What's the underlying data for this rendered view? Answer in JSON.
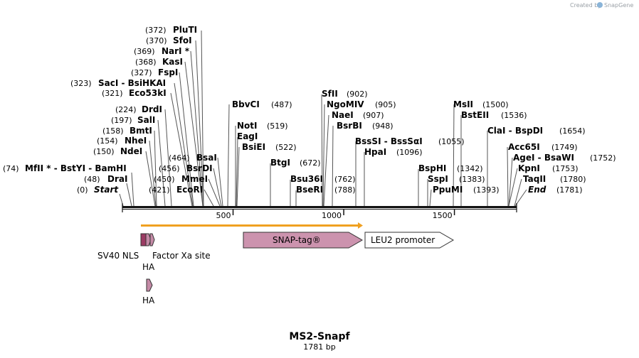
{
  "credit": {
    "prefix": "Created by",
    "brand": "SnapGene"
  },
  "title": "MS2-Snapf",
  "length_label": "1781 bp",
  "ticks": [
    {
      "label": "500",
      "value": 500
    },
    {
      "label": "1000",
      "value": 1000
    },
    {
      "label": "1500",
      "value": 1500
    }
  ],
  "sites": [
    {
      "pos": "(74)",
      "name": "MfII * - BstYI - BamHI"
    },
    {
      "pos": "(48)",
      "name": "DraI"
    },
    {
      "pos": "(0)",
      "name": "Start"
    },
    {
      "pos": "(150)",
      "name": "NdeI"
    },
    {
      "pos": "(154)",
      "name": "NheI"
    },
    {
      "pos": "(158)",
      "name": "BmtI"
    },
    {
      "pos": "(197)",
      "name": "SalI"
    },
    {
      "pos": "(224)",
      "name": "DrdI"
    },
    {
      "pos": "(321)",
      "name": "Eco53kI"
    },
    {
      "pos": "(323)",
      "name": "SacI - BsiHKAI"
    },
    {
      "pos": "(327)",
      "name": "FspI"
    },
    {
      "pos": "(368)",
      "name": "KasI"
    },
    {
      "pos": "(369)",
      "name": "NarI *"
    },
    {
      "pos": "(370)",
      "name": "SfoI"
    },
    {
      "pos": "(372)",
      "name": "PluTI"
    },
    {
      "pos": "(464)",
      "name": "BsaI"
    },
    {
      "pos": "(456)",
      "name": "BsrDI"
    },
    {
      "pos": "(450)",
      "name": "MmeI"
    },
    {
      "pos": "(421)",
      "name": "EcoRI"
    },
    {
      "pos": "(487)",
      "name": "BbvCI"
    },
    {
      "pos": "(519)",
      "name": "NotI"
    },
    {
      "pos": "",
      "name": "EagI"
    },
    {
      "pos": "(522)",
      "name": "BsiEI"
    },
    {
      "pos": "(672)",
      "name": "BtgI"
    },
    {
      "pos": "(762)",
      "name": "Bsu36I"
    },
    {
      "pos": "(788)",
      "name": "BseRI"
    },
    {
      "pos": "(902)",
      "name": "SfII"
    },
    {
      "pos": "(905)",
      "name": "NgoMIV"
    },
    {
      "pos": "(907)",
      "name": "NaeI"
    },
    {
      "pos": "(948)",
      "name": "BsrBI"
    },
    {
      "pos": "(1055)",
      "name": "BssSI - BssSαI"
    },
    {
      "pos": "(1096)",
      "name": "HpaI"
    },
    {
      "pos": "(1342)",
      "name": "BspHI"
    },
    {
      "pos": "(1383)",
      "name": "SspI"
    },
    {
      "pos": "(1393)",
      "name": "PpuMI"
    },
    {
      "pos": "(1500)",
      "name": "MsII"
    },
    {
      "pos": "(1536)",
      "name": "BstEII"
    },
    {
      "pos": "(1654)",
      "name": "ClaI - BspDI"
    },
    {
      "pos": "(1749)",
      "name": "Acc65I"
    },
    {
      "pos": "(1752)",
      "name": "AgeI - BsaWI"
    },
    {
      "pos": "(1753)",
      "name": "KpnI"
    },
    {
      "pos": "(1780)",
      "name": "TaqII"
    },
    {
      "pos": "(1781)",
      "name": "End"
    }
  ],
  "features": [
    {
      "name": "SV40 NLS",
      "color": "#9b3b63"
    },
    {
      "name": "HA",
      "color": "#c48aa6"
    },
    {
      "name": "Factor Xa site",
      "color": "#c48aa6"
    },
    {
      "name": "HA",
      "color": "#c48aa6"
    },
    {
      "name": "SNAP-tag®",
      "color": "#cc93ae"
    },
    {
      "name": "LEU2 promoter",
      "color": "#ffffff"
    }
  ],
  "orf_color": "#f0a020"
}
